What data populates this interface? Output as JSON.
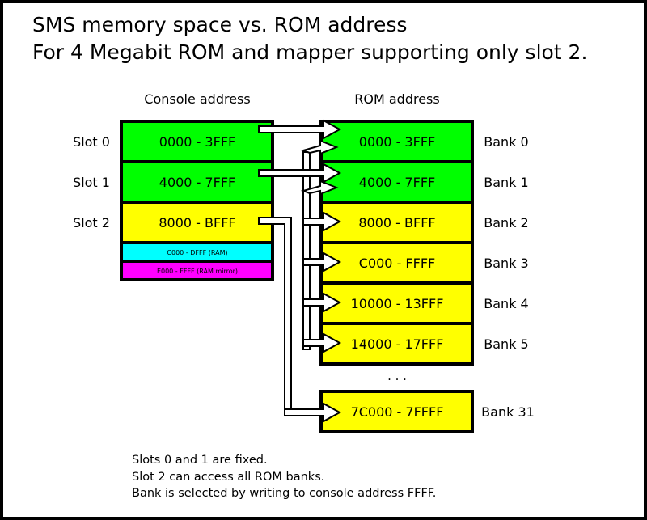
{
  "title": {
    "line1": "SMS memory space vs. ROM address",
    "line2": "For 4 Megabit ROM and mapper supporting only slot 2."
  },
  "headers": {
    "console": "Console address",
    "rom": "ROM address"
  },
  "console_blocks": [
    {
      "range": "0000 - 3FFF",
      "slot": "Slot 0",
      "color": "#00ff00"
    },
    {
      "range": "4000 - 7FFF",
      "slot": "Slot 1",
      "color": "#00ff00"
    },
    {
      "range": "8000 - BFFF",
      "slot": "Slot 2",
      "color": "#ffff00"
    },
    {
      "range": "C000 - DFFF (RAM)",
      "slot": "",
      "color": "#00ffff"
    },
    {
      "range": "E000 - FFFF (RAM mirror)",
      "slot": "",
      "color": "#ff00ff"
    }
  ],
  "rom_banks": [
    {
      "range": "0000 - 3FFF",
      "bank": "Bank 0",
      "color": "#00ff00"
    },
    {
      "range": "4000 - 7FFF",
      "bank": "Bank 1",
      "color": "#00ff00"
    },
    {
      "range": "8000 - BFFF",
      "bank": "Bank 2",
      "color": "#ffff00"
    },
    {
      "range": "C000 - FFFF",
      "bank": "Bank 3",
      "color": "#ffff00"
    },
    {
      "range": "10000 - 13FFF",
      "bank": "Bank 4",
      "color": "#ffff00"
    },
    {
      "range": "14000 - 17FFF",
      "bank": "Bank 5",
      "color": "#ffff00"
    },
    {
      "range": "7C000 - 7FFFF",
      "bank": "Bank 31",
      "color": "#ffff00"
    }
  ],
  "ellipsis": ". . .",
  "notes": [
    "Slots 0 and 1 are fixed.",
    "Slot 2 can access all ROM banks.",
    "Bank is selected by writing to console address FFFF."
  ]
}
